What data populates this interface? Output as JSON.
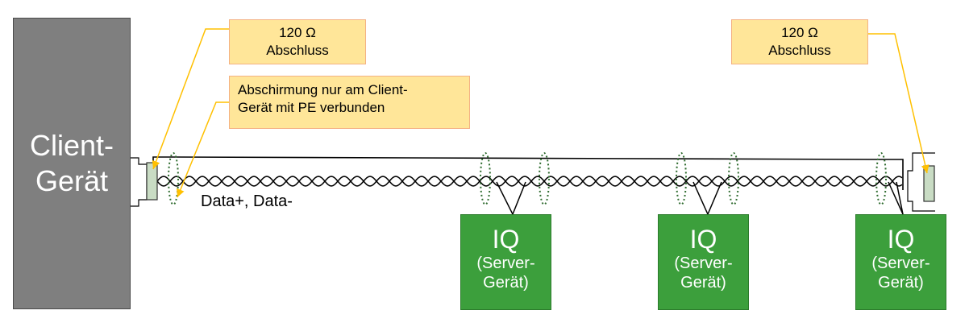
{
  "client": {
    "label": "Client-\nGerät"
  },
  "callouts": {
    "termination_left": "120 Ω\nAbschluss",
    "termination_right": "120 Ω\nAbschluss",
    "shield": "Abschirmung nur am Client-\nGerät mit PE verbunden"
  },
  "bus": {
    "label": "Data+, Data-"
  },
  "servers": [
    {
      "title": "IQ",
      "subtitle": "(Server-\nGerät)"
    },
    {
      "title": "IQ",
      "subtitle": "(Server-\nGerät)"
    },
    {
      "title": "IQ",
      "subtitle": "(Server-\nGerät)"
    }
  ],
  "colors": {
    "client": "#7f7f7f",
    "server": "#3c9f3c",
    "callout_fill": "#ffe699",
    "callout_arrow": "#ffc000",
    "resistor": "#c9dcc4",
    "shield_ellipse": "#2e6b2e"
  }
}
